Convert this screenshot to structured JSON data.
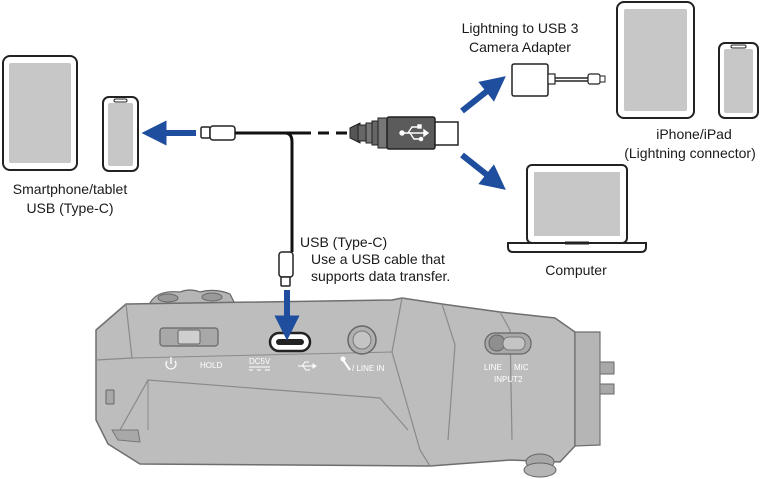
{
  "labels": {
    "left_device_line1": "Smartphone/tablet",
    "left_device_line2": "USB (Type-C)",
    "adapter_line1": "Lightning to USB 3",
    "adapter_line2": "Camera Adapter",
    "apple_line1": "iPhone/iPad",
    "apple_line2": "(Lightning connector)",
    "computer": "Computer",
    "usb_note_line1": "USB (Type-C)",
    "usb_note_line2": "Use a USB cable that",
    "usb_note_line3": "supports data transfer."
  },
  "panel": {
    "hold": "HOLD",
    "dc5v": "DC5V",
    "line_in": "/ LINE IN",
    "line": "LINE",
    "mic": "MIC",
    "input2": "INPUT2"
  },
  "colors": {
    "arrow_blue": "#1f4e9e",
    "device_gray": "#bdbdbd",
    "device_dark": "#6e6e6e",
    "cable": "#111111"
  },
  "icons": [
    "tablet-icon",
    "smartphone-icon",
    "usb-symbol-icon",
    "power-icon",
    "mic-icon"
  ]
}
